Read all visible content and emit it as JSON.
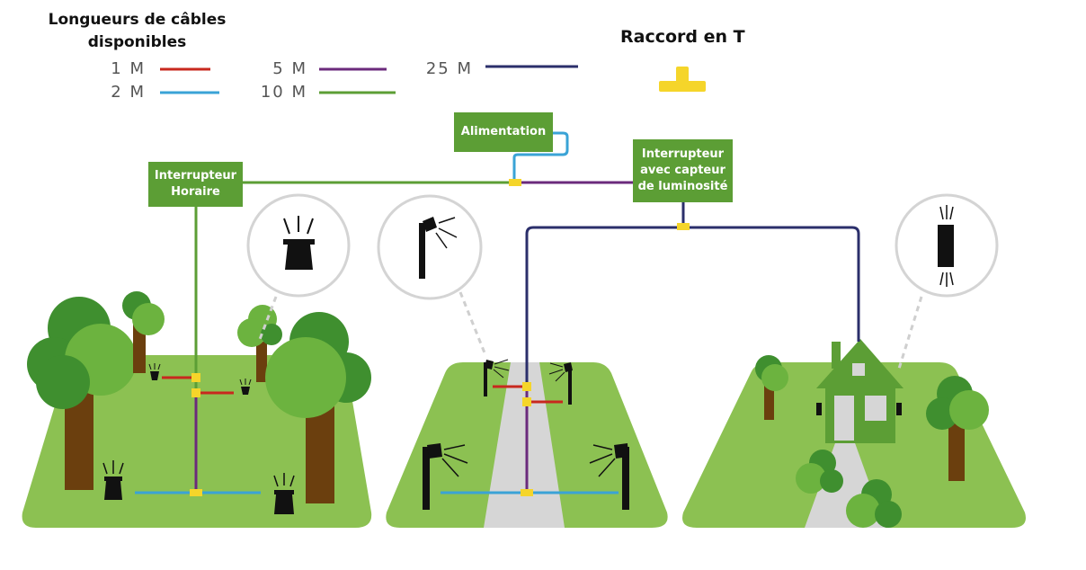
{
  "legend": {
    "title": "Longueurs de câbles disponibles",
    "items": [
      {
        "label": "1  M",
        "color": "#c8281e"
      },
      {
        "label": "2  M",
        "color": "#3aa3d6"
      },
      {
        "label": "5  M",
        "color": "#6b2a7c"
      },
      {
        "label": "10  M",
        "color": "#5c9e35"
      },
      {
        "label": "25  M",
        "color": "#2b2f6b"
      }
    ]
  },
  "tee": {
    "title": "Raccord en T",
    "color": "#f5d52a"
  },
  "boxes": {
    "power": "Alimentation",
    "timer": "Interrupteur Horaire",
    "light_sensor": "Interrupteur avec capteur de luminosité"
  },
  "colors": {
    "box_green": "#5c9e35",
    "grass": "#8cc152",
    "tree_dark": "#3f8f2f",
    "tree_light": "#6cb33f",
    "trunk": "#6b3f0e",
    "path": "#d6d6d6",
    "house": "#5c9e35"
  },
  "icons": {
    "bollard_lamp": "bollard-lamp-icon",
    "post_lamp": "post-lamp-icon",
    "wall_lamp": "wall-lamp-icon"
  }
}
